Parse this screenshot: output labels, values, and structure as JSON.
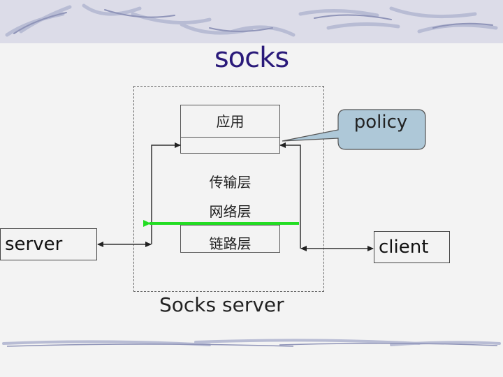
{
  "title": "socks",
  "caption": "Socks server",
  "policy_bubble": {
    "label": "policy",
    "fill": "#aec8d8"
  },
  "endpoints": {
    "server": "server",
    "client": "client"
  },
  "stack": {
    "application": "应用",
    "transport": "传输层",
    "network": "网络层",
    "link": "链路层"
  },
  "colors": {
    "title": "#2a1a7a",
    "relay_path": "#22dd22"
  }
}
